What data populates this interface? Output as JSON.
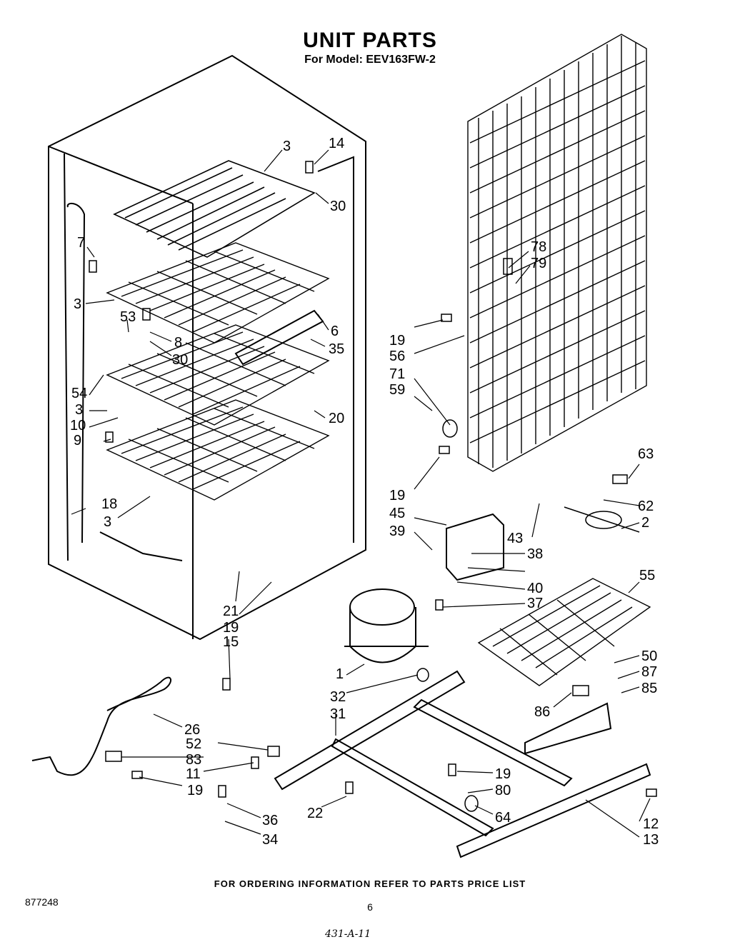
{
  "header": {
    "title": "UNIT PARTS",
    "model_line": "For Model: EEV163FW-2"
  },
  "callouts": [
    "3",
    "14",
    "30",
    "7",
    "3",
    "53",
    "8",
    "30",
    "6",
    "35",
    "54",
    "3",
    "10",
    "9",
    "20",
    "18",
    "3",
    "78",
    "79",
    "19",
    "56",
    "71",
    "59",
    "19",
    "63",
    "62",
    "2",
    "45",
    "39",
    "43",
    "38",
    "40",
    "37",
    "55",
    "21",
    "19",
    "15",
    "1",
    "32",
    "31",
    "50",
    "87",
    "85",
    "86",
    "26",
    "52",
    "83",
    "11",
    "19",
    "19",
    "80",
    "36",
    "22",
    "64",
    "34",
    "12",
    "13"
  ],
  "footer": {
    "ordering_note": "FOR ORDERING INFORMATION REFER TO PARTS PRICE LIST",
    "doc_number": "877248",
    "page_number": "6",
    "handwritten_note": "431-A-11"
  }
}
